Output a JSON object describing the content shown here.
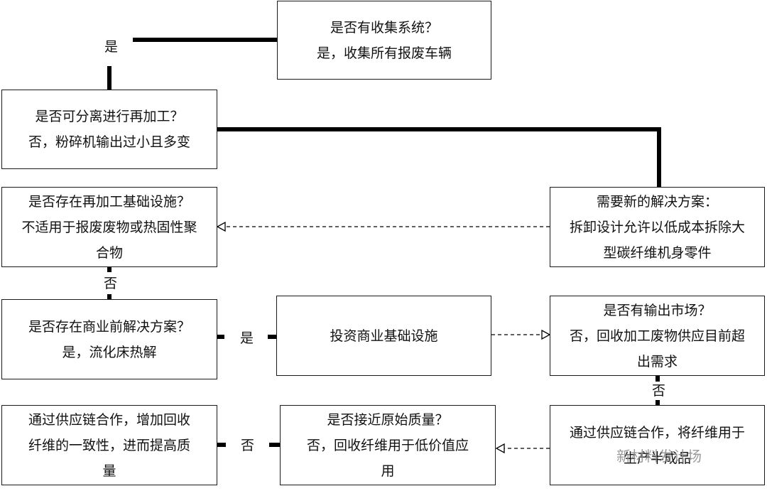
{
  "nodes": {
    "collect": {
      "line1": "是否有收集系统？",
      "line2": "是，收集所有报废车辆"
    },
    "separate": {
      "line1": "是否可分离进行再加工？",
      "line2": "否，粉碎机输出过小且多变"
    },
    "infra": {
      "line1": "是否存在再加工基础设施？",
      "line2": "不适用于报废废物或热固性聚",
      "line3": "合物"
    },
    "newsol": {
      "line1": "需要新的解决方案：",
      "line2": "拆卸设计允许以低成本拆除大",
      "line3": "型碳纤维机身零件"
    },
    "precommercial": {
      "line1": "是否存在商业前解决方案？",
      "line2": "是，流化床热解"
    },
    "invest": {
      "line1": "投资商业基础设施"
    },
    "market": {
      "line1": "是否有输出市场？",
      "line2": "否，回收加工废物供应目前超",
      "line3": "出需求"
    },
    "consistency": {
      "line1": "通过供应链合作，增加回收",
      "line2": "纤维的一致性，进而提高质",
      "line3": "量"
    },
    "quality": {
      "line1": "是否接近原始质量？",
      "line2": "否，回收纤维用于低价值应",
      "line3": "用"
    },
    "semifinished": {
      "line1": "通过供应链合作，将纤维用于",
      "line2": "生产半成品"
    }
  },
  "edge_labels": {
    "collect_yes": "是",
    "infra_no": "否",
    "precommercial_yes": "是",
    "quality_no": "否",
    "market_no": "否"
  },
  "watermark": "新材料发计场",
  "colors": {
    "line": "#000000",
    "border": "#1a1a1a"
  }
}
